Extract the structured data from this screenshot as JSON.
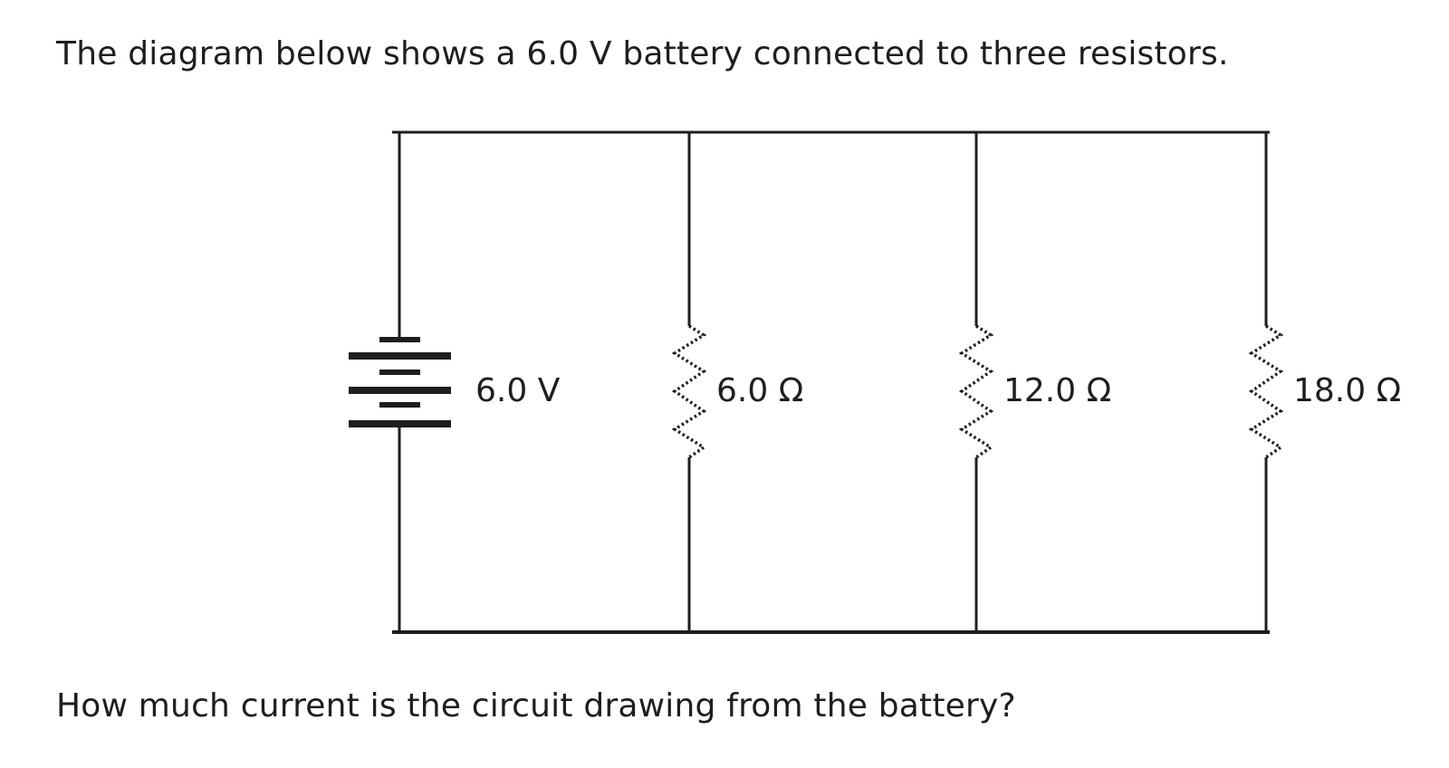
{
  "question": {
    "intro": "The diagram below shows a 6.0 V battery connected to three resistors.",
    "prompt": "How much current is the circuit drawing from the battery?"
  },
  "circuit": {
    "topology": "parallel",
    "battery": {
      "label": "6.0 V",
      "voltage_volts": 6.0
    },
    "resistors": [
      {
        "label": "6.0 Ω",
        "resistance_ohms": 6.0
      },
      {
        "label": "12.0 Ω",
        "resistance_ohms": 12.0
      },
      {
        "label": "18.0 Ω",
        "resistance_ohms": 18.0
      }
    ],
    "colors": {
      "wire": "#1e1e1e",
      "text": "#1e1e1e",
      "background": "#ffffff"
    }
  }
}
